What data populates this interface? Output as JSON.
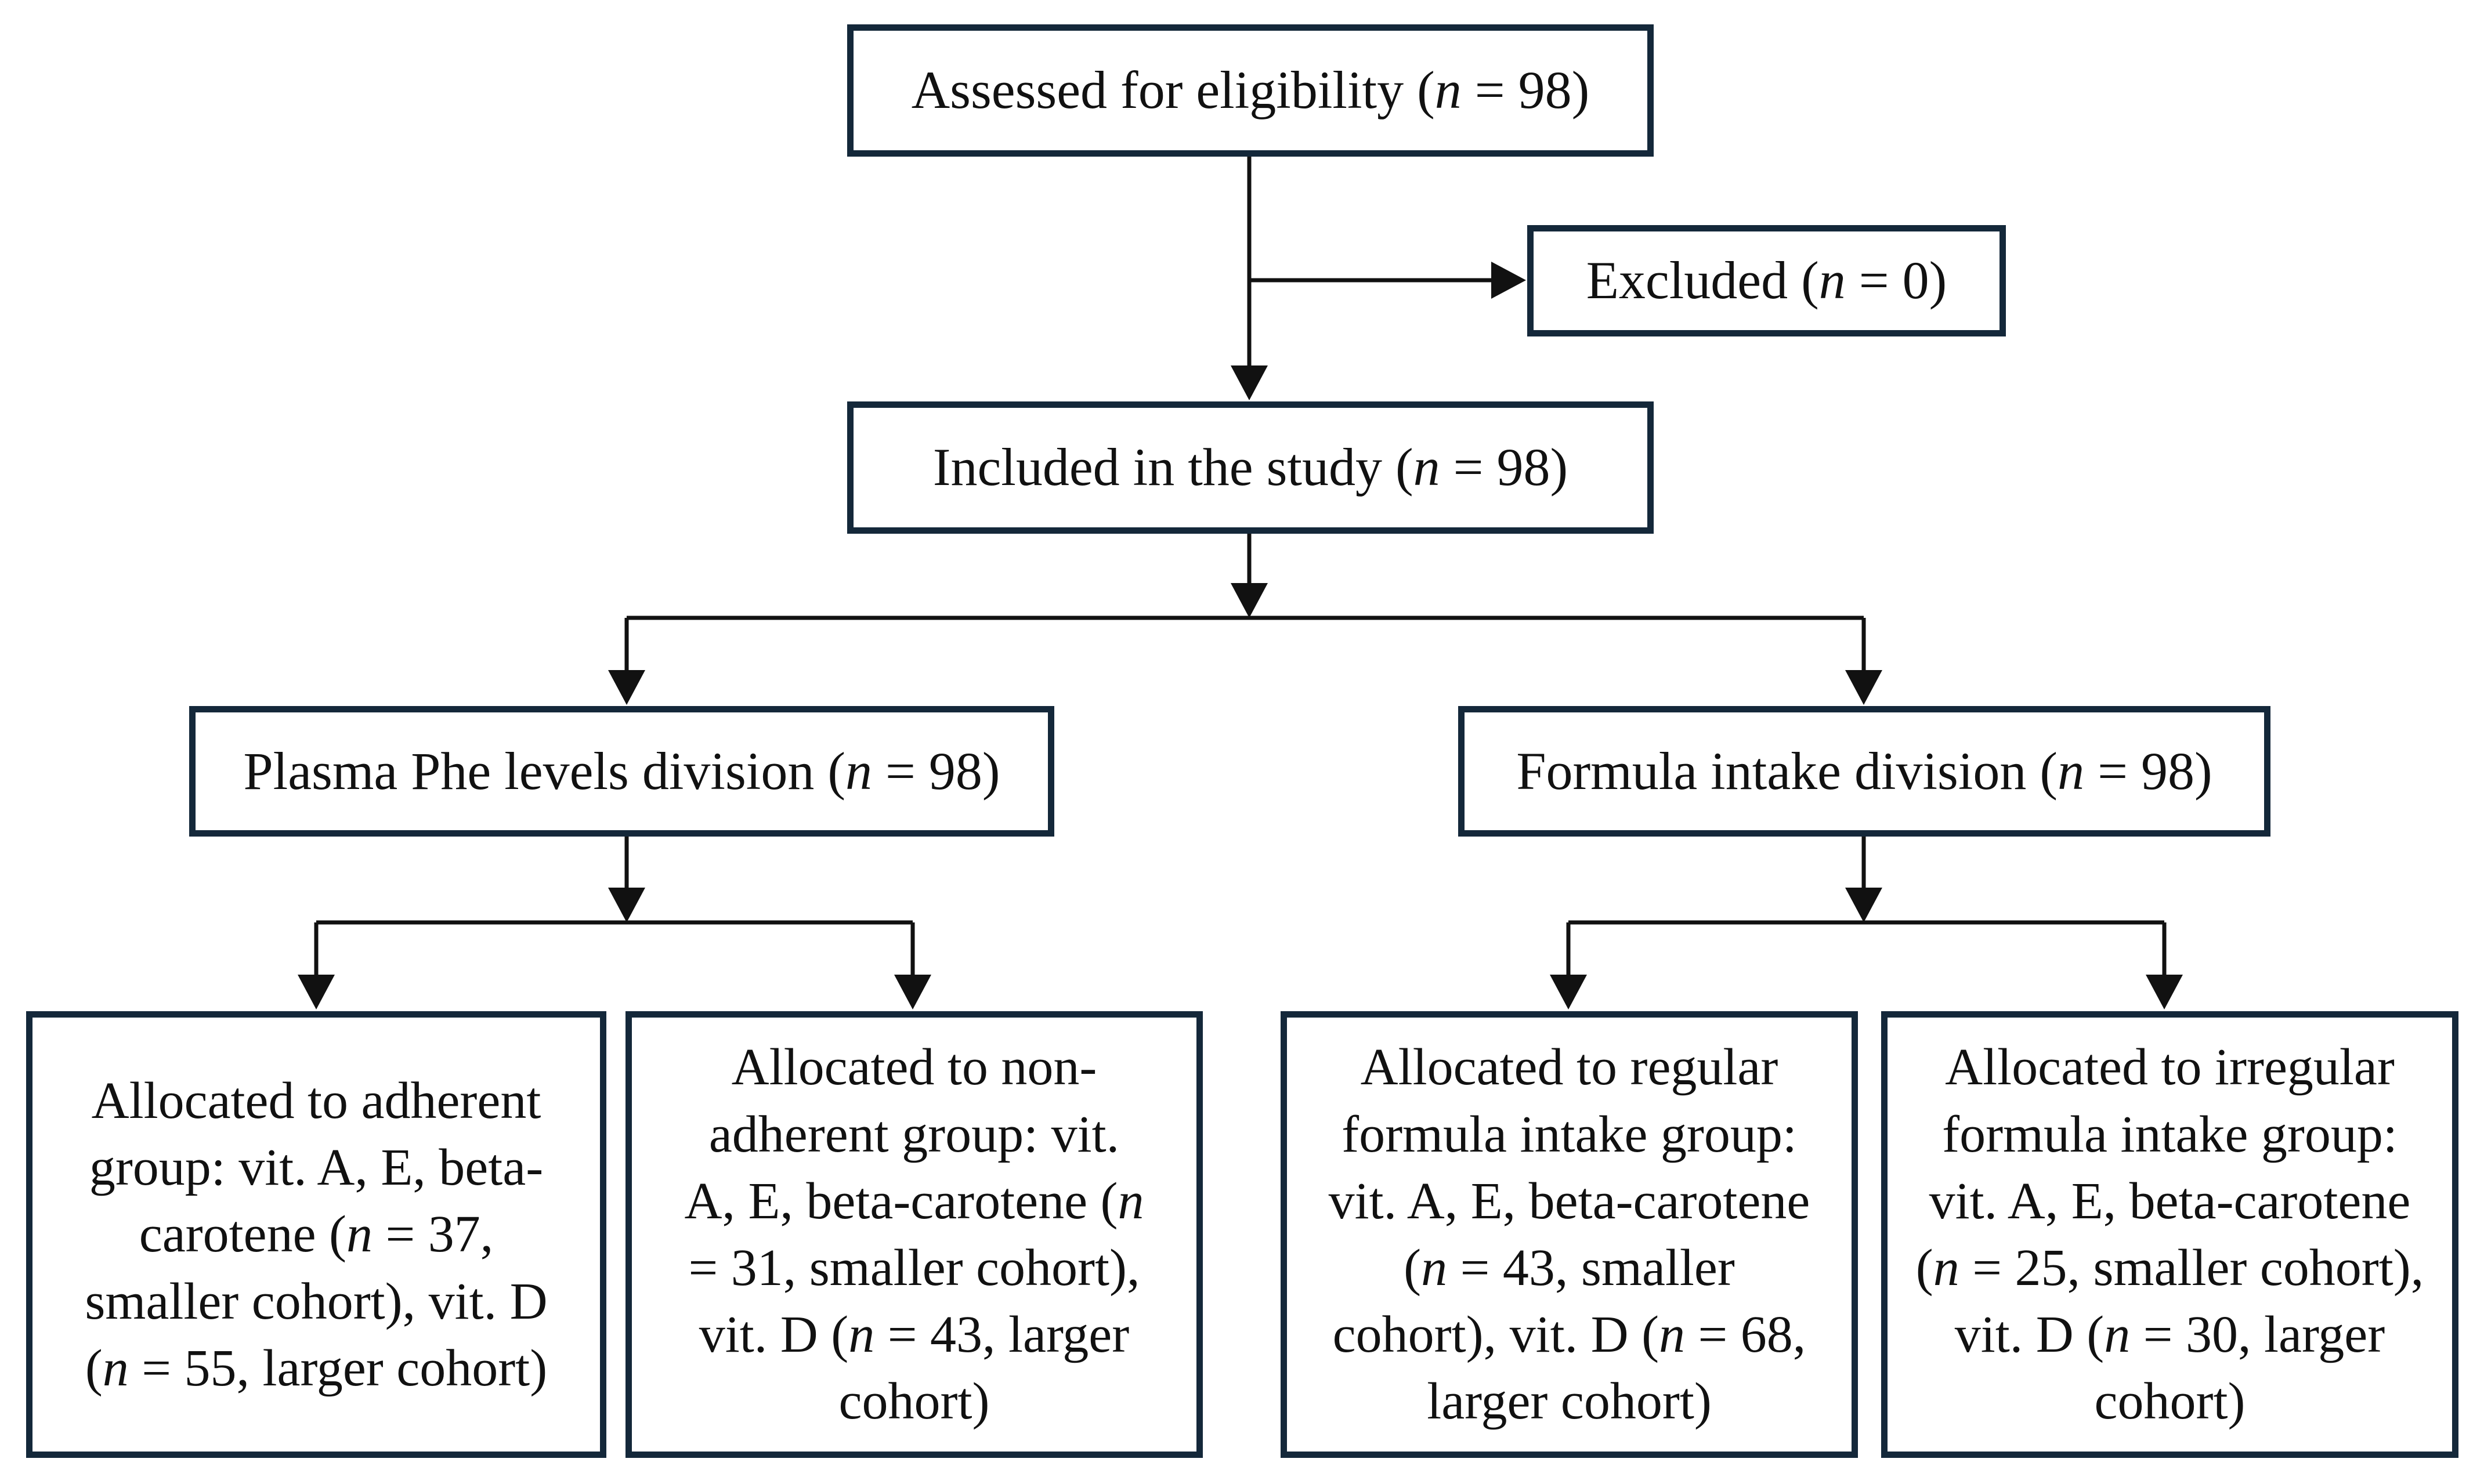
{
  "diagram": {
    "assessed": {
      "prefix": "Assessed for eligibility (",
      "n": "n",
      "suffix": " = 98)"
    },
    "excluded": {
      "prefix": "Excluded (",
      "n": "n",
      "suffix": " = 0)"
    },
    "included": {
      "prefix": "Included in the study (",
      "n": "n",
      "suffix": " = 98)"
    },
    "phe_division": {
      "prefix": "Plasma Phe levels division (",
      "n": "n",
      "suffix": " = 98)"
    },
    "formula_division": {
      "prefix": "Formula intake division (",
      "n": "n",
      "suffix": " = 98)"
    },
    "adherent": {
      "l1": "Allocated to adherent",
      "l2": "group: vit. A, E, beta-",
      "l3a": "carotene (",
      "l3n": "n",
      "l3b": " = 37,",
      "l4": "smaller cohort), vit. D",
      "l5a": "(",
      "l5n": "n",
      "l5b": " = 55, larger cohort)"
    },
    "non_adherent": {
      "l1": "Allocated to non-",
      "l2": "adherent group: vit.",
      "l3a": "A, E, beta-carotene (",
      "l3n": "n",
      "l4": "= 31, smaller cohort),",
      "l5a": "vit. D (",
      "l5n": "n",
      "l5b": " = 43, larger",
      "l6": "cohort)"
    },
    "regular": {
      "l1": "Allocated to regular",
      "l2": "formula intake group:",
      "l3": "vit. A, E, beta-carotene",
      "l4a": "(",
      "l4n": "n",
      "l4b": " = 43, smaller",
      "l5a": "cohort), vit. D (",
      "l5n": "n",
      "l5b": " = 68,",
      "l6": "larger cohort)"
    },
    "irregular": {
      "l1": "Allocated to irregular",
      "l2": "formula intake group:",
      "l3": "vit. A, E, beta-carotene",
      "l4a": "(",
      "l4n": "n",
      "l4b": " = 25, smaller cohort),",
      "l5a": "vit. D (",
      "l5n": "n",
      "l5b": " = 30, larger",
      "l6": "cohort)"
    }
  },
  "colors": {
    "box_border": "#14283a",
    "line": "#111111",
    "text": "#111111"
  }
}
